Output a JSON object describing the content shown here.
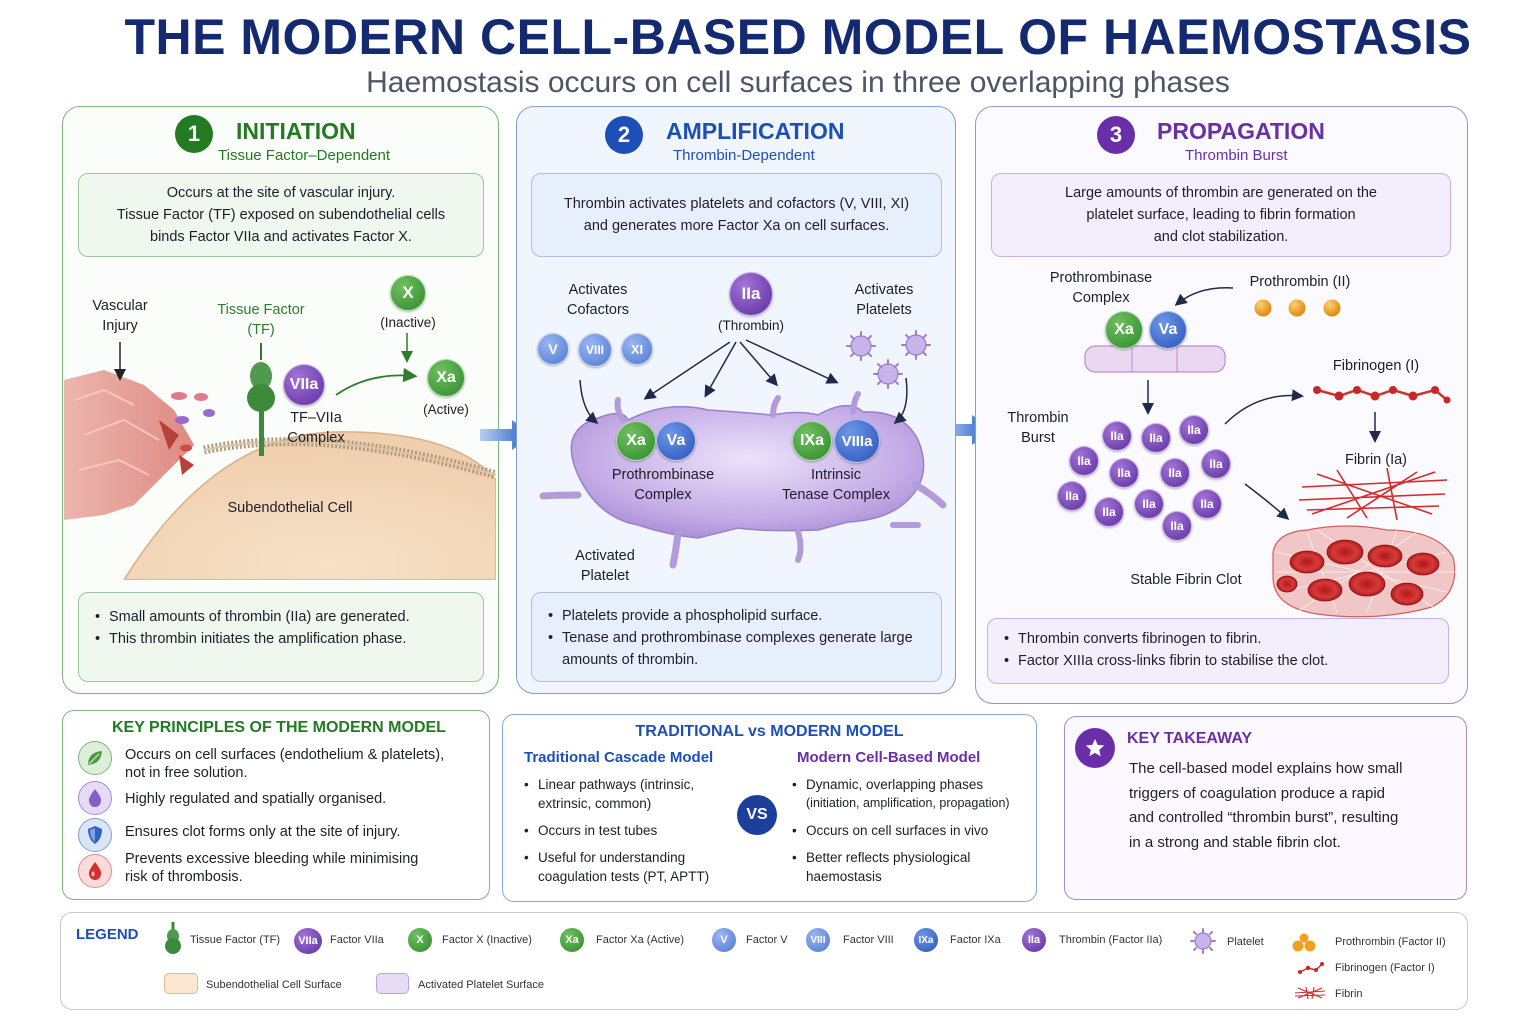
{
  "header": {
    "title": "THE MODERN CELL-BASED MODEL OF HAEMOSTASIS",
    "subtitle": "Haemostasis occurs on cell surfaces in three overlapping phases"
  },
  "colors": {
    "navy": "#142a70",
    "green": "#2e7d2e",
    "blue": "#1c4fb8",
    "purple": "#6a2fa8",
    "red": "#c62828"
  },
  "initiation": {
    "number": "1",
    "title": "INITIATION",
    "subtitle": "Tissue Factor–Dependent",
    "description": [
      "Occurs at the site of vascular injury.",
      "Tissue Factor (TF) exposed on subendothelial cells",
      "binds Factor VIIa and activates Factor X."
    ],
    "labels": {
      "injury": [
        "Vascular",
        "Injury"
      ],
      "tf": [
        "Tissue Factor",
        "(TF)"
      ],
      "x_inactive": "(Inactive)",
      "xa_active": "(Active)",
      "complex": [
        "TF–VIIa",
        "Complex"
      ],
      "cell": "Subendothelial Cell"
    },
    "circles": {
      "x": "X",
      "xa": "Xa",
      "viia": "VIIa"
    },
    "bullets": [
      "Small amounts of thrombin (IIa) are generated.",
      "This thrombin initiates the amplification phase."
    ]
  },
  "amplification": {
    "number": "2",
    "title": "AMPLIFICATION",
    "subtitle": "Thrombin-Dependent",
    "description": [
      "Thrombin activates platelets and cofactors (V, VIII, XI)",
      "and generates more Factor Xa on cell surfaces."
    ],
    "labels": {
      "cofactors": [
        "Activates",
        "Cofactors"
      ],
      "thrombin": "(Thrombin)",
      "platelets": [
        "Activates",
        "Platelets"
      ],
      "prothrombinase": [
        "Prothrombinase",
        "Complex"
      ],
      "tenase": [
        "Intrinsic",
        "Tenase Complex"
      ],
      "activated": [
        "Activated",
        "Platelet"
      ]
    },
    "circles": {
      "v": "V",
      "viii": "VIII",
      "xi": "XI",
      "iia": "IIa",
      "xa": "Xa",
      "va": "Va",
      "ixa": "IXa",
      "viiia": "VIIIa"
    },
    "bullets": [
      "Platelets provide a phospholipid surface.",
      "Tenase and prothrombinase complexes generate large amounts of thrombin."
    ]
  },
  "propagation": {
    "number": "3",
    "title": "PROPAGATION",
    "subtitle": "Thrombin Burst",
    "description": [
      "Large amounts of thrombin are generated on the",
      "platelet surface, leading to fibrin formation",
      "and clot stabilization."
    ],
    "labels": {
      "prothrombinase": [
        "Prothrombinase",
        "Complex"
      ],
      "prothrombin": "Prothrombin (II)",
      "burst": [
        "Thrombin",
        "Burst"
      ],
      "fibrinogen": "Fibrinogen (I)",
      "fibrin": "Fibrin (Ia)",
      "clot": "Stable Fibrin Clot"
    },
    "circles": {
      "xa": "Xa",
      "va": "Va",
      "iia": "IIa"
    },
    "bullets": [
      "Thrombin converts fibrinogen to fibrin.",
      "Factor XIIIa cross-links fibrin to stabilise the clot."
    ]
  },
  "key_principles": {
    "title": "KEY PRINCIPLES OF THE MODERN MODEL",
    "items": [
      {
        "icon": "leaf-icon",
        "text": [
          "Occurs on cell surfaces (endothelium & platelets),",
          "not in free solution."
        ]
      },
      {
        "icon": "droplet-icon",
        "text": [
          "Highly regulated and spatially organised."
        ]
      },
      {
        "icon": "shield-icon",
        "text": [
          "Ensures clot forms only at the site of injury."
        ]
      },
      {
        "icon": "blood-drop-icon",
        "text": [
          "Prevents excessive bleeding while minimising",
          "risk of thrombosis."
        ]
      }
    ]
  },
  "comparison": {
    "title": "TRADITIONAL vs MODERN MODEL",
    "vs": "VS",
    "traditional": {
      "title": "Traditional Cascade Model",
      "items": [
        [
          "Linear pathways (intrinsic,",
          "extrinsic, common)"
        ],
        [
          "Occurs in test tubes"
        ],
        [
          "Useful for understanding",
          "coagulation tests (PT, APTT)"
        ]
      ]
    },
    "modern": {
      "title": "Modern Cell-Based Model",
      "items": [
        [
          "Dynamic, overlapping phases",
          "(initiation, amplification, propagation)"
        ],
        [
          "Occurs on cell surfaces in vivo"
        ],
        [
          "Better reflects physiological",
          "haemostasis"
        ]
      ]
    }
  },
  "takeaway": {
    "title": "KEY TAKEAWAY",
    "text": [
      "The cell-based model explains how small",
      "triggers of coagulation produce a rapid",
      "and controlled “thrombin burst”, resulting",
      "in a strong and stable fibrin clot."
    ]
  },
  "legend": {
    "title": "LEGEND",
    "items": [
      {
        "symbol": "",
        "label": "Tissue Factor (TF)"
      },
      {
        "symbol": "VIIa",
        "label": "Factor VIIa"
      },
      {
        "symbol": "X",
        "label": "Factor X (Inactive)"
      },
      {
        "symbol": "Xa",
        "label": "Factor Xa (Active)"
      },
      {
        "symbol": "V",
        "label": "Factor V"
      },
      {
        "symbol": "VIII",
        "label": "Factor VIII"
      },
      {
        "symbol": "IXa",
        "label": "Factor IXa"
      },
      {
        "symbol": "IIa",
        "label": "Thrombin (Factor IIa)"
      },
      {
        "symbol": "",
        "label": "Platelet"
      },
      {
        "symbol": "",
        "label": "Prothrombin (Factor II)"
      },
      {
        "symbol": "",
        "label": "Fibrinogen (Factor I)"
      },
      {
        "symbol": "",
        "label": "Fibrin"
      },
      {
        "symbol": "",
        "label": "Subendothelial Cell Surface"
      },
      {
        "symbol": "",
        "label": "Activated Platelet Surface"
      }
    ]
  }
}
